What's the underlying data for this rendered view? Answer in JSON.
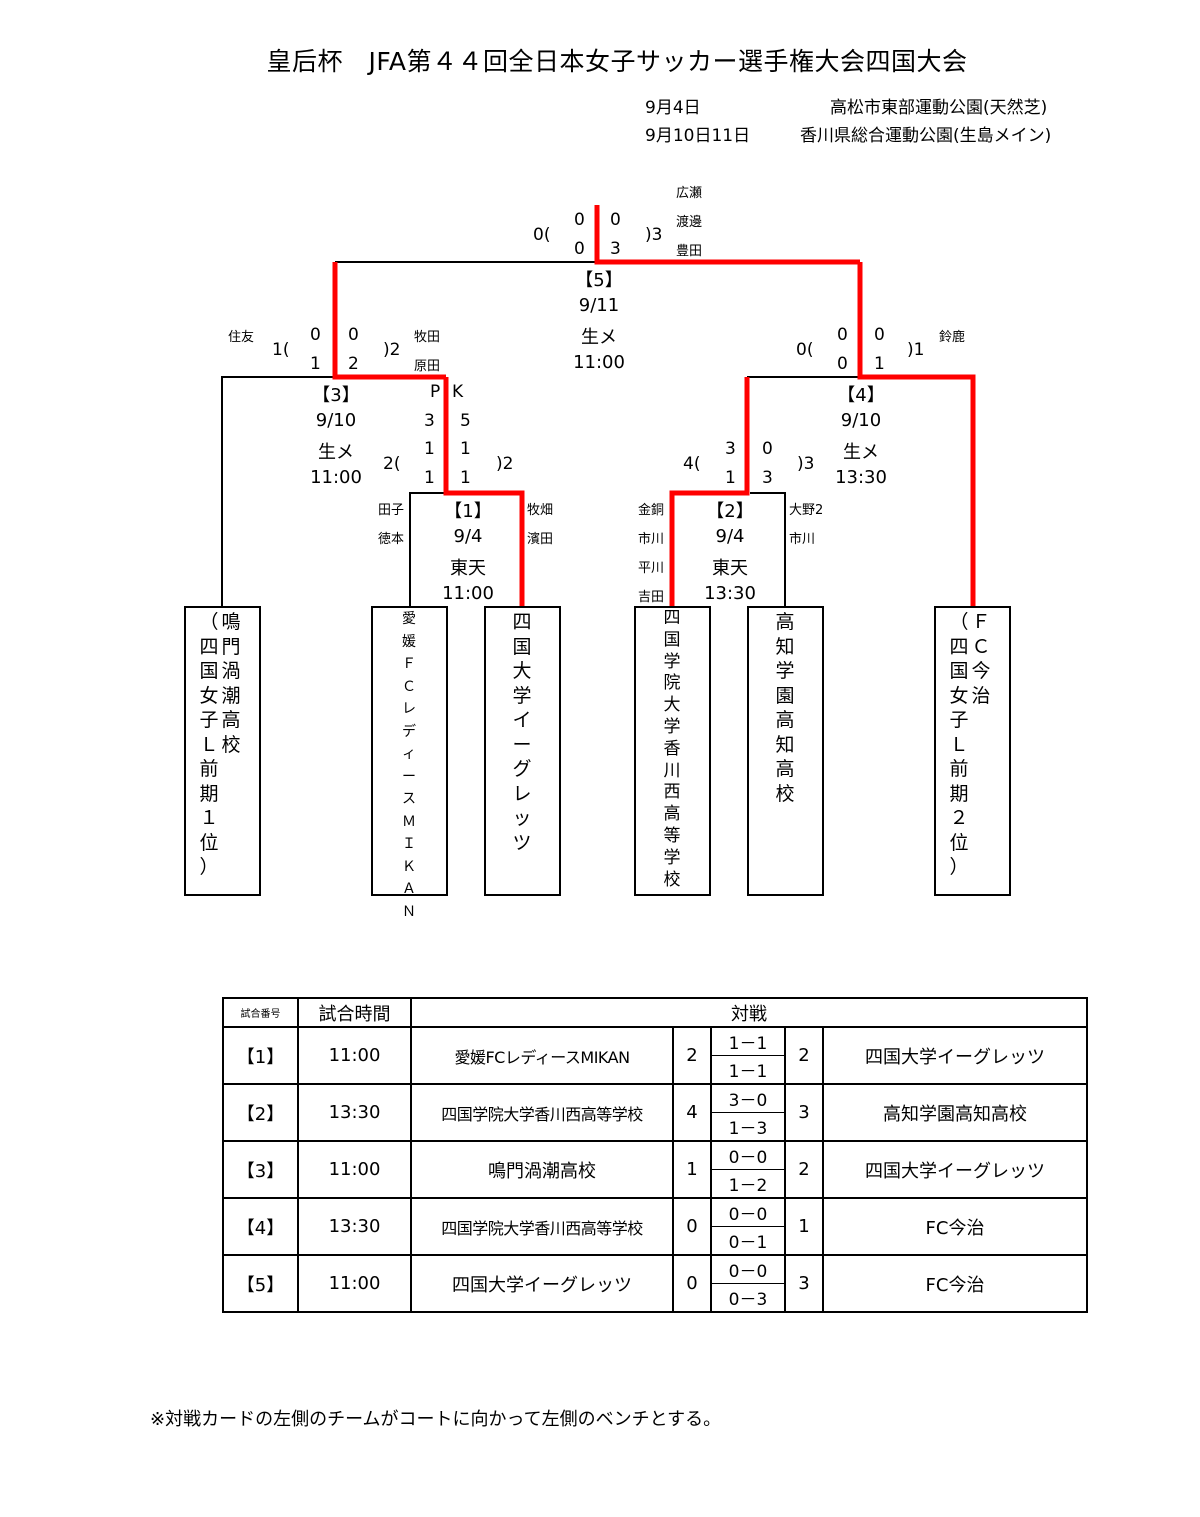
{
  "title": "皇后杯　JFA第４４回全日本女子サッカー選手権大会四国大会",
  "schedule": [
    {
      "date": "9月4日",
      "venue": "高松市東部運動公園(天然芝)"
    },
    {
      "date": "9月10日11日",
      "venue": "香川県総合運動公園(生島メイン)"
    }
  ],
  "colors": {
    "winner_line": "#ff0000",
    "line": "#000000"
  },
  "teams": [
    {
      "id": "naruto",
      "label": "鳴門渦潮高校（四国女子Ｌ前期１位）",
      "col1": [
        "鳴",
        "門",
        "渦",
        "潮",
        "高",
        "校"
      ],
      "col2": [
        "（",
        "四",
        "国",
        "女",
        "子",
        "Ｌ",
        "前",
        "期",
        "１",
        "位",
        "）"
      ]
    },
    {
      "id": "ehime",
      "label": "愛媛ＦＣレディースＭＩＫＡＮ",
      "chars": [
        "愛",
        "媛",
        "Ｆ",
        "Ｃ",
        "レ",
        "デ",
        "ィ",
        "ー",
        "ス",
        "Ｍ",
        "Ｉ",
        "Ｋ",
        "Ａ",
        "Ｎ"
      ]
    },
    {
      "id": "shikoku-univ",
      "label": "四国大学イーグレッツ",
      "chars": [
        "四",
        "国",
        "大",
        "学",
        "イ",
        "ー",
        "グ",
        "レ",
        "ッ",
        "ツ"
      ]
    },
    {
      "id": "shikoku-gakuin",
      "label": "四国学院大学香川西高等学校",
      "chars": [
        "四",
        "国",
        "学",
        "院",
        "大",
        "学",
        "香",
        "川",
        "西",
        "高",
        "等",
        "学",
        "校"
      ]
    },
    {
      "id": "kochi",
      "label": "高知学園高知高校",
      "chars": [
        "高",
        "知",
        "学",
        "園",
        "高",
        "知",
        "高",
        "校"
      ]
    },
    {
      "id": "fc-imabari",
      "label": "ＦＣ今治（四国女子Ｌ前期２位）",
      "col1": [
        "Ｆ",
        "Ｃ",
        "今",
        "治"
      ],
      "col2": [
        "（",
        "四",
        "国",
        "女",
        "子",
        "Ｌ",
        "前",
        "期",
        "２",
        "位",
        "）"
      ]
    }
  ],
  "matches": {
    "m1": {
      "no": "【1】",
      "date": "9/4",
      "venue": "東天",
      "time": "11:00",
      "left_total": "2(",
      "right_total": ")2",
      "left_halves": [
        "1",
        "1"
      ],
      "right_halves": [
        "1",
        "1"
      ],
      "pk_label": [
        "P",
        "K"
      ],
      "pk": [
        "3",
        "5"
      ],
      "left_scorers": [
        "田子",
        "徳本"
      ],
      "right_scorers": [
        "牧畑",
        "濱田"
      ]
    },
    "m2": {
      "no": "【2】",
      "date": "9/4",
      "venue": "東天",
      "time": "13:30",
      "left_total": "4(",
      "right_total": ")3",
      "left_halves": [
        "3",
        "1"
      ],
      "right_halves": [
        "0",
        "3"
      ],
      "left_scorers": [
        "金銅",
        "市川",
        "平川",
        "吉田"
      ],
      "right_scorers": [
        "大野2",
        "市川"
      ]
    },
    "m3": {
      "no": "【3】",
      "date": "9/10",
      "venue": "生メ",
      "time": "11:00",
      "left_total": "1(",
      "right_total": ")2",
      "left_halves": [
        "0",
        "1"
      ],
      "right_halves": [
        "0",
        "2"
      ],
      "left_scorers": [
        "住友"
      ],
      "right_scorers": [
        "牧田",
        "原田"
      ]
    },
    "m4": {
      "no": "【4】",
      "date": "9/10",
      "venue": "生メ",
      "time": "13:30",
      "left_total": "0(",
      "right_total": ")1",
      "left_halves": [
        "0",
        "0"
      ],
      "right_halves": [
        "0",
        "1"
      ],
      "left_scorers": [],
      "right_scorers": [
        "鈴鹿"
      ]
    },
    "m5": {
      "no": "【5】",
      "date": "9/11",
      "venue": "生メ",
      "time": "11:00",
      "left_total": "0(",
      "right_total": ")3",
      "left_halves": [
        "0",
        "0"
      ],
      "right_halves": [
        "0",
        "3"
      ],
      "left_scorers": [],
      "right_scorers": [
        "広瀬",
        "渡邊",
        "豊田"
      ]
    }
  },
  "results_table": {
    "headers": {
      "match_no": "試合番号",
      "time": "試合時間",
      "matchup": "対戦"
    },
    "rows": [
      {
        "no": "【1】",
        "time": "11:00",
        "left": "愛媛FCレディースMIKAN",
        "left_score": "2",
        "first_half": "1－1",
        "second_half": "1－1",
        "right_score": "2",
        "right": "四国大学イーグレッツ"
      },
      {
        "no": "【2】",
        "time": "13:30",
        "left": "四国学院大学香川西高等学校",
        "left_score": "4",
        "first_half": "3－0",
        "second_half": "1－3",
        "right_score": "3",
        "right": "高知学園高知高校"
      },
      {
        "no": "【3】",
        "time": "11:00",
        "left": "鳴門渦潮高校",
        "left_score": "1",
        "first_half": "0－0",
        "second_half": "1－2",
        "right_score": "2",
        "right": "四国大学イーグレッツ"
      },
      {
        "no": "【4】",
        "time": "13:30",
        "left": "四国学院大学香川西高等学校",
        "left_score": "0",
        "first_half": "0－0",
        "second_half": "0－1",
        "right_score": "1",
        "right": "FC今治"
      },
      {
        "no": "【5】",
        "time": "11:00",
        "left": "四国大学イーグレッツ",
        "left_score": "0",
        "first_half": "0－0",
        "second_half": "0－3",
        "right_score": "3",
        "right": "FC今治"
      }
    ]
  },
  "note": "※対戦カードの左側のチームがコートに向かって左側のベンチとする。"
}
